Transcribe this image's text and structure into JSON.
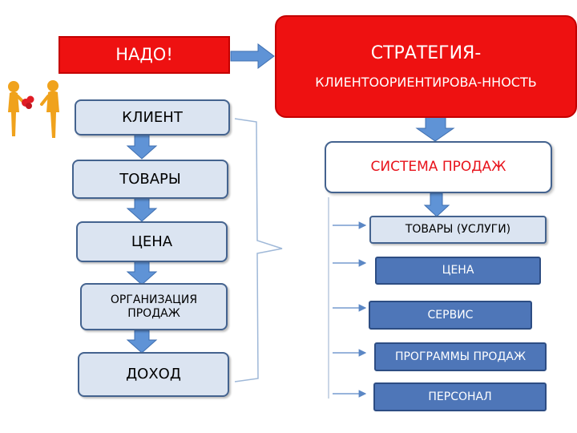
{
  "top": {
    "nado_label": "НАДО!",
    "strategy_line1": "СТРАТЕГИЯ-",
    "strategy_line2": "КЛИЕНТООРИЕНТИРОВА-ННОСТЬ"
  },
  "left_chain": [
    "КЛИЕНТ",
    "ТОВАРЫ",
    "ЦЕНА",
    "ОРГАНИЗАЦИЯ ПРОДАЖ",
    "ДОХОД"
  ],
  "sales_system": {
    "title": "СИСТЕМА ПРОДАЖ",
    "items": [
      "ТОВАРЫ (УСЛУГИ)",
      "ЦЕНА",
      "СЕРВИС",
      "ПРОГРАММЫ ПРОДАЖ",
      "ПЕРСОНАЛ"
    ]
  },
  "colors": {
    "red": "#ee1111",
    "light_blue": "#dbe4f1",
    "dark_blue": "#4e76b8",
    "arrow_blue": "#5f93d6",
    "border_blue": "#44638f"
  },
  "icons": [
    "figure-with-gift-icon",
    "figure-receiving-icon"
  ]
}
